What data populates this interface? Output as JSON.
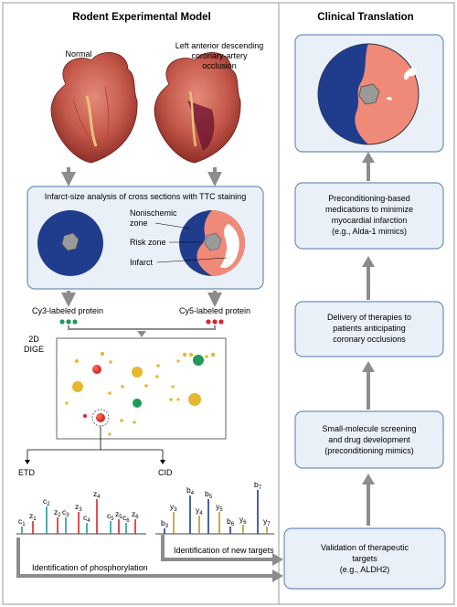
{
  "left_panel": {
    "title": "Rodent Experimental Model",
    "heart_normal_label": "Normal",
    "heart_occlusion_label_line1": "Left anterior descending",
    "heart_occlusion_label_line2": "coronary-artery",
    "heart_occlusion_label_line3": "occlusion",
    "infarct_box_title": "Infarct-size analysis of cross sections with TTC staining",
    "nonischemic_line1": "Nonischemic",
    "nonischemic_line2": "zone",
    "risk_zone_label": "Risk zone",
    "infarct_label": "Infarct",
    "cy3_label": "Cy3-labeled protein",
    "cy5_label": "Cy5-labeled protein",
    "dige_line1": "2D",
    "dige_line2": "DIGE",
    "etd_label": "ETD",
    "cid_label": "CID",
    "new_targets_label": "Identification of new targets",
    "phospho_label": "Identification of phosphorylation"
  },
  "right_panel": {
    "title": "Clinical Translation",
    "box_precond_line1": "Preconditioning-based",
    "box_precond_line2": "medications to minimize",
    "box_precond_line3": "myocardial infarction",
    "box_precond_line4": "(e.g., Alda-1 mimics)",
    "box_delivery_line1": "Delivery of therapies to",
    "box_delivery_line2": "patients anticipating",
    "box_delivery_line3": "coronary occlusions",
    "box_screening_line1": "Small-molecule screening",
    "box_screening_line2": "and drug development",
    "box_screening_line3": "(preconditioning mimics)",
    "box_validation_line1": "Validation of therapeutic",
    "box_validation_line2": "targets",
    "box_validation_line3": "(e.g., ALDH2)"
  },
  "spectra": {
    "etd_peaks": [
      {
        "base": "c",
        "sub": "1"
      },
      {
        "base": "z",
        "sub": "1"
      },
      {
        "base": "c",
        "sub": "2"
      },
      {
        "base": "z",
        "sub": "2"
      },
      {
        "base": "c",
        "sub": "3"
      },
      {
        "base": "z",
        "sub": "3"
      },
      {
        "base": "c",
        "sub": "4"
      },
      {
        "base": "z",
        "sub": "4"
      },
      {
        "base": "c",
        "sub": "5"
      },
      {
        "base": "z",
        "sub": "5"
      },
      {
        "base": "c",
        "sub": "6"
      },
      {
        "base": "z",
        "sub": "6"
      }
    ],
    "cid_peaks": [
      {
        "base": "b",
        "sub": "3"
      },
      {
        "base": "y",
        "sub": "3"
      },
      {
        "base": "b",
        "sub": "4"
      },
      {
        "base": "y",
        "sub": "4"
      },
      {
        "base": "b",
        "sub": "5"
      },
      {
        "base": "y",
        "sub": "5"
      },
      {
        "base": "b",
        "sub": "6"
      },
      {
        "base": "y",
        "sub": "6"
      },
      {
        "base": "b",
        "sub": "7"
      },
      {
        "base": "y",
        "sub": "7"
      }
    ]
  },
  "colors": {
    "navy": "#1f3d8c",
    "salmon": "#f08a78",
    "gel_red": "#d6262a",
    "gel_green": "#1f9a5a",
    "gel_yellow": "#e6b830",
    "arrow_gray": "#8c8c8c",
    "panel_border": "#9a9a9a",
    "box_fill": "#eaf0f8",
    "box_border": "#6f8fb8"
  }
}
